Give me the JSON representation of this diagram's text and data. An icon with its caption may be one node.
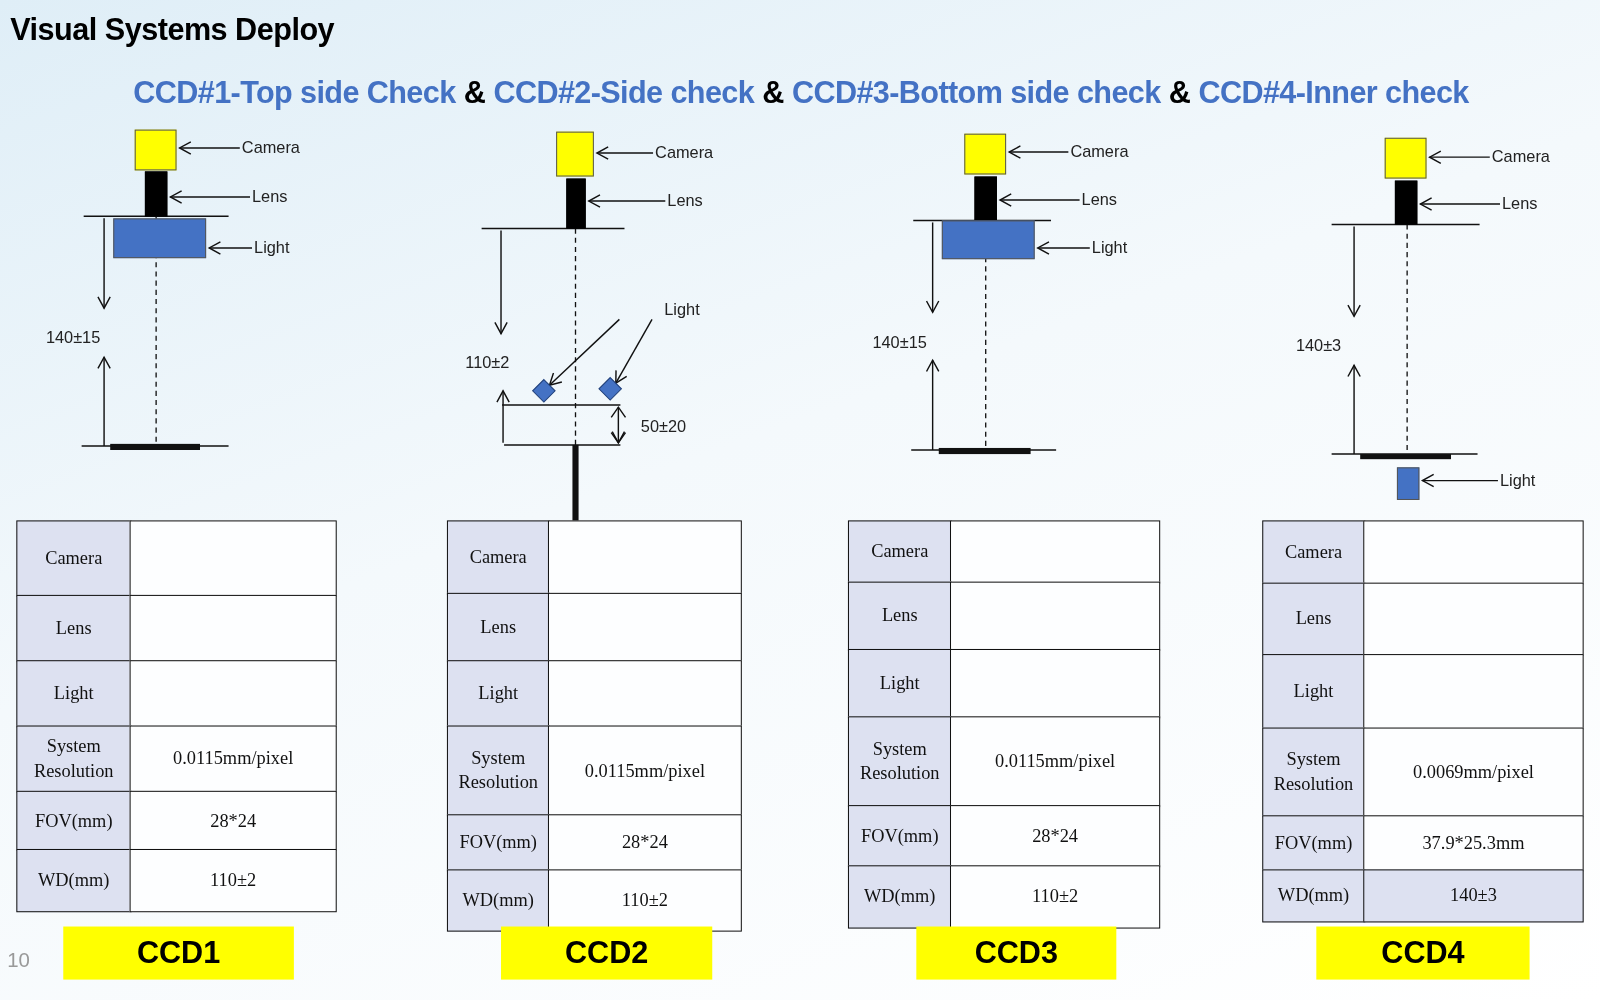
{
  "diagram": {
    "title": "Visual Systems Deploy",
    "nodes": [
      {
        "text": [],
        "shape": "box"
      },
      {
        "text": [
          "Camera"
        ]
      },
      {
        "text": [],
        "shape": "bar"
      },
      {
        "text": [
          "Lens"
        ]
      },
      {
        "text": [],
        "shape": "box"
      },
      {
        "text": [
          "Light"
        ]
      },
      {
        "text": [],
        "shape": "box"
      },
      {
        "text": [
          "Camera"
        ]
      },
      {
        "text": [],
        "shape": "bar"
      },
      {
        "text": [
          "Lens"
        ]
      },
      {
        "text": [
          "Light"
        ]
      },
      {
        "text": [],
        "shape": "diamond"
      },
      {
        "text": [],
        "shape": "diamond"
      },
      {
        "text": [],
        "shape": "box"
      },
      {
        "text": [
          "Camera"
        ]
      },
      {
        "text": [],
        "shape": "bar"
      },
      {
        "text": [
          "Lens"
        ]
      },
      {
        "text": [],
        "shape": "box"
      },
      {
        "text": [
          "Light"
        ]
      },
      {
        "text": [],
        "shape": "box"
      },
      {
        "text": [
          "Camera"
        ]
      },
      {
        "text": [],
        "shape": "bar"
      },
      {
        "text": [
          "Lens"
        ]
      },
      {
        "text": [],
        "shape": "box"
      },
      {
        "text": [
          "Light"
        ]
      }
    ],
    "edges": [
      {
        "from": 1,
        "to": 0,
        "arrow": "to"
      },
      {
        "from": 3,
        "to": 2,
        "arrow": "to"
      },
      {
        "from": 5,
        "to": 4,
        "arrow": "to"
      },
      {
        "from": 7,
        "to": 6,
        "arrow": "to"
      },
      {
        "from": 9,
        "to": 8,
        "arrow": "to"
      },
      {
        "from": 10,
        "to": 11,
        "arrow": "to"
      },
      {
        "from": 10,
        "to": 12,
        "arrow": "to"
      },
      {
        "from": 14,
        "to": 13,
        "arrow": "to"
      },
      {
        "from": 16,
        "to": 15,
        "arrow": "to"
      },
      {
        "from": 18,
        "to": 17,
        "arrow": "to"
      },
      {
        "from": 20,
        "to": 19,
        "arrow": "to"
      },
      {
        "from": 22,
        "to": 21,
        "arrow": "to"
      },
      {
        "from": 24,
        "to": 23,
        "arrow": "to"
      }
    ],
    "labels": [
      "CCD#1-Top side Check",
      "&",
      "CCD#2-Side check",
      "&",
      "CCD#3-Bottom side check",
      "&",
      "CCD#4-Inner check",
      "140±15",
      "Camera",
      "Lens",
      "Light",
      "System Resolution",
      "0.0115mm/pixel",
      "FOV(mm)",
      "28*24",
      "WD(mm)",
      "110±2",
      "CCD1",
      "110±2",
      "50±20",
      "Camera",
      "Lens",
      "Light",
      "System Resolution",
      "0.0115mm/pixel",
      "FOV(mm)",
      "28*24",
      "WD(mm)",
      "110±2",
      "CCD2",
      "140±15",
      "Camera",
      "Lens",
      "Light",
      "System Resolution",
      "0.0115mm/pixel",
      "FOV(mm)",
      "28*24",
      "WD(mm)",
      "110±2",
      "CCD3",
      "140±3",
      "Camera",
      "Lens",
      "Light",
      "System Resolution",
      "0.0069mm/pixel",
      "FOV(mm)",
      "37.9*25.3mm",
      "WD(mm)",
      "140±3",
      "CCD4",
      "10"
    ]
  }
}
